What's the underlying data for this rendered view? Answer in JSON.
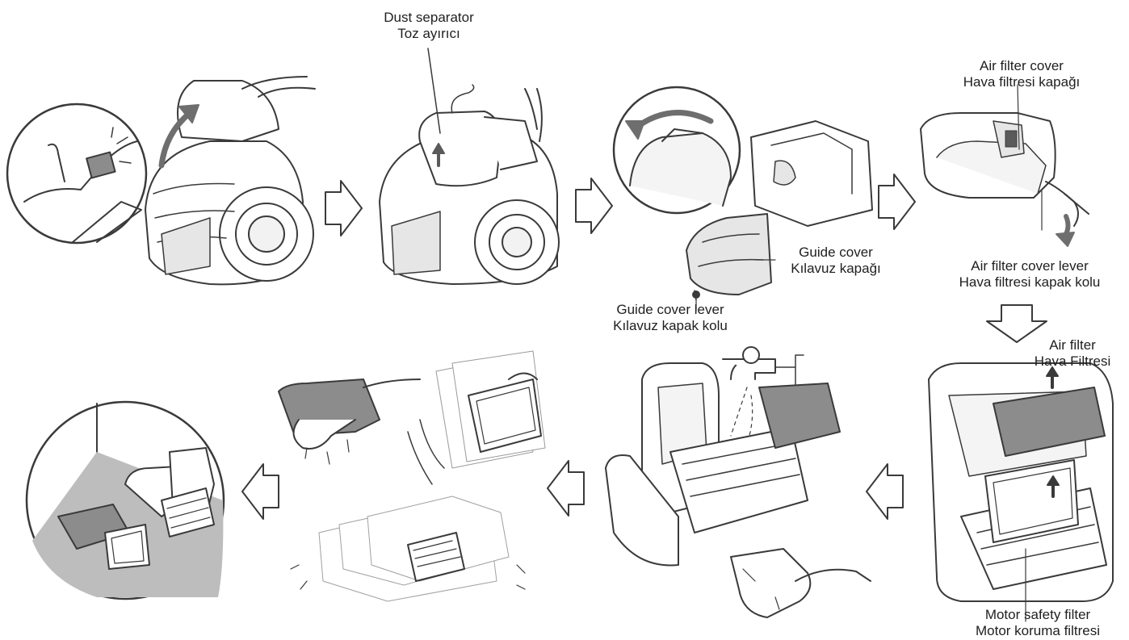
{
  "labels": {
    "dust_separator": {
      "en": "Dust separator",
      "tr": "Toz ayırıcı"
    },
    "guide_cover": {
      "en": "Guide cover",
      "tr": "Kılavuz kapağı"
    },
    "guide_cover_lever": {
      "en": "Guide cover lever",
      "tr": "Kılavuz kapak kolu"
    },
    "air_filter_cover": {
      "en": "Air filter cover",
      "tr": "Hava filtresi kapağı"
    },
    "air_filter_cover_lever": {
      "en": "Air filter cover lever",
      "tr": "Hava filtresi kapak kolu"
    },
    "air_filter": {
      "en": "Air filter",
      "tr": "Hava Filtresi"
    },
    "motor_safety_filter": {
      "en": "Motor safety filter",
      "tr": "Motor koruma filtresi"
    }
  },
  "colors": {
    "line": "#3a3a3a",
    "light_gray": "#e6e6e6",
    "mid_gray": "#bdbdbd",
    "filter_gray": "#8c8c8c",
    "arrow_fill": "#ffffff"
  },
  "icons": [
    "right-arrow-icon",
    "down-arrow-icon",
    "left-arrow-icon"
  ]
}
